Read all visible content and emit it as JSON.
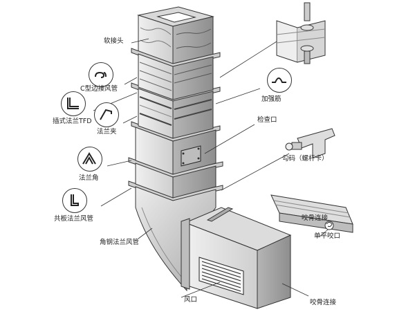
{
  "labels": {
    "soft_joint": "软接头",
    "c_type_duct": "C型边接风管",
    "insert_flange": "插式法兰TFD",
    "flange_clip": "法兰夹",
    "flange_corner": "法兰角",
    "common_plate_duct": "共板法兰风管",
    "angle_steel_duct": "角钢法兰风管",
    "stiffener": "加强筋",
    "inspection_port": "检查口",
    "hook_clip": "勾码（螺杆卡）",
    "bite_joint_1": "咬骨连接",
    "single_flat_joint": "单平咬口",
    "air_outlet": "风口",
    "bite_joint_2": "咬骨连接"
  },
  "icons": {
    "c_type": "c-profile-icon",
    "insert_flange": "tfd-profile-icon",
    "flange_clip": "clip-profile-icon",
    "flange_corner": "corner-profile-icon",
    "common_plate": "common-plate-profile-icon",
    "stiffener": "stiffener-profile-icon"
  },
  "colors": {
    "line": "#333333",
    "metal_light": "#e6e6e6",
    "metal_mid": "#c4c4c4",
    "metal_dark": "#8c8c8c"
  }
}
